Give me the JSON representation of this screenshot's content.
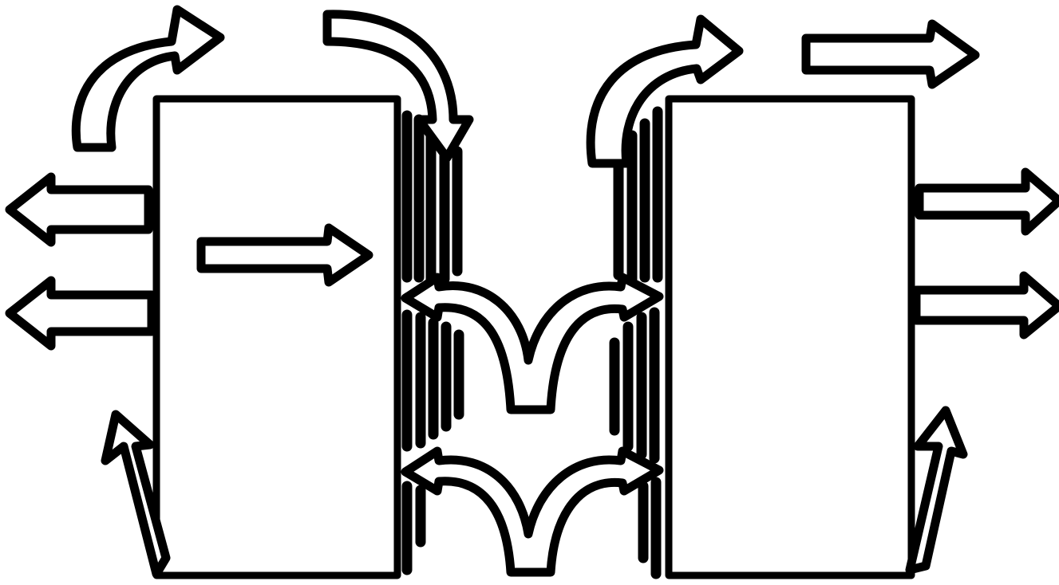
{
  "diagram": {
    "style": "hand-drawn sketch",
    "background_color": "#ffffff",
    "ink_color": "#000000",
    "nodes": [
      {
        "id": "left-box",
        "label": ""
      },
      {
        "id": "right-box",
        "label": ""
      }
    ],
    "arrows": [
      {
        "id": "left-top-curved-arrow",
        "direction": "up-right"
      },
      {
        "id": "left-upper-arrow",
        "direction": "left"
      },
      {
        "id": "left-lower-arrow",
        "direction": "left"
      },
      {
        "id": "left-bottom-arrow",
        "direction": "up"
      },
      {
        "id": "left-box-inner-arrow",
        "direction": "right"
      },
      {
        "id": "top-middle-curved-arrow",
        "direction": "down"
      },
      {
        "id": "right-top-curved-arrow",
        "direction": "up-right"
      },
      {
        "id": "right-top-arrow",
        "direction": "right"
      },
      {
        "id": "right-upper-arrow",
        "direction": "right"
      },
      {
        "id": "right-lower-arrow",
        "direction": "right"
      },
      {
        "id": "right-bottom-arrow",
        "direction": "up"
      },
      {
        "id": "middle-upper-double-arrow",
        "direction": "left-and-right"
      },
      {
        "id": "middle-lower-double-arrow",
        "direction": "left-and-right"
      }
    ]
  }
}
